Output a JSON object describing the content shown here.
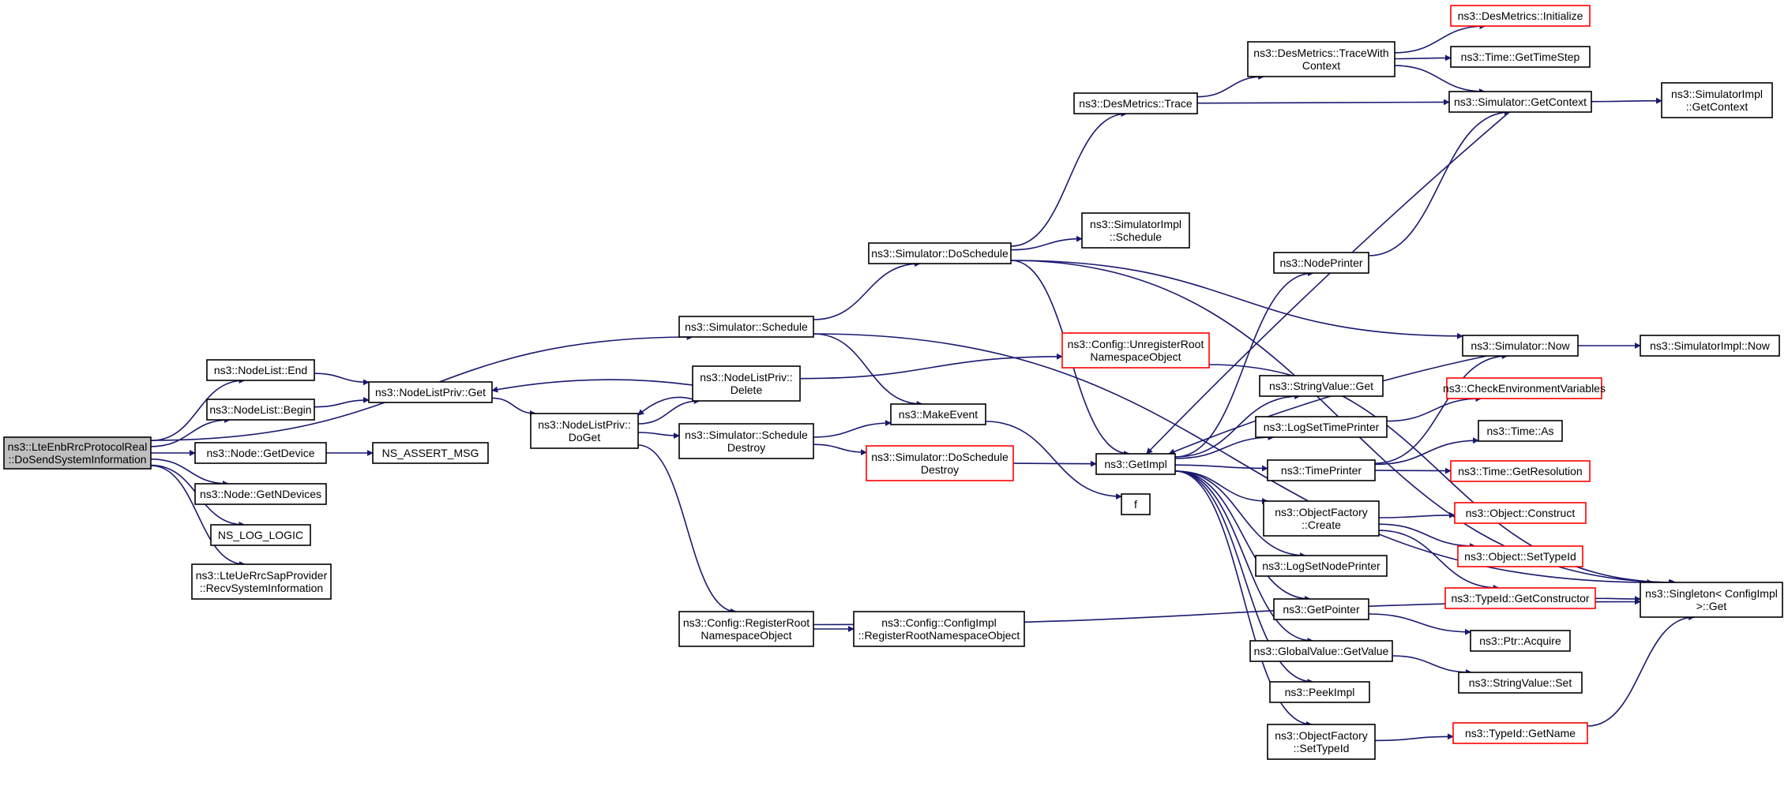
{
  "colors": {
    "edge": "#191970",
    "border_normal": "#000000",
    "border_truncated": "#ff0000",
    "fill_root": "#bfbfbf",
    "fill_normal": "#ffffff"
  },
  "nodes": [
    {
      "id": "root",
      "lines": [
        "ns3::LteEnbRrcProtocolReal",
        "::DoSendSystemInformation"
      ],
      "style": "root"
    },
    {
      "id": "nl_end",
      "lines": [
        "ns3::NodeList::End"
      ],
      "style": "normal"
    },
    {
      "id": "nl_begin",
      "lines": [
        "ns3::NodeList::Begin"
      ],
      "style": "normal"
    },
    {
      "id": "node_getdevice",
      "lines": [
        "ns3::Node::GetDevice"
      ],
      "style": "normal"
    },
    {
      "id": "node_getndevices",
      "lines": [
        "ns3::Node::GetNDevices"
      ],
      "style": "normal"
    },
    {
      "id": "ns_log_logic",
      "lines": [
        "NS_LOG_LOGIC"
      ],
      "style": "normal"
    },
    {
      "id": "recvsysinfo",
      "lines": [
        "ns3::LteUeRrcSapProvider",
        "::RecvSystemInformation"
      ],
      "style": "normal"
    },
    {
      "id": "nlp_get",
      "lines": [
        "ns3::NodeListPriv::Get"
      ],
      "style": "normal"
    },
    {
      "id": "ns_assert_msg",
      "lines": [
        "NS_ASSERT_MSG"
      ],
      "style": "normal"
    },
    {
      "id": "nlp_doget",
      "lines": [
        "ns3::NodeListPriv::",
        "DoGet"
      ],
      "style": "normal"
    },
    {
      "id": "sim_schedule",
      "lines": [
        "ns3::Simulator::Schedule"
      ],
      "style": "normal"
    },
    {
      "id": "nlp_delete",
      "lines": [
        "ns3::NodeListPriv::",
        "Delete"
      ],
      "style": "normal"
    },
    {
      "id": "sim_schedule_destroy",
      "lines": [
        "ns3::Simulator::Schedule",
        "Destroy"
      ],
      "style": "normal"
    },
    {
      "id": "cfg_register",
      "lines": [
        "ns3::Config::RegisterRoot",
        "NamespaceObject"
      ],
      "style": "normal"
    },
    {
      "id": "cfgimpl_register",
      "lines": [
        "ns3::Config::ConfigImpl",
        "::RegisterRootNamespaceObject"
      ],
      "style": "normal"
    },
    {
      "id": "sim_doschedule",
      "lines": [
        "ns3::Simulator::DoSchedule"
      ],
      "style": "normal"
    },
    {
      "id": "make_event",
      "lines": [
        "ns3::MakeEvent"
      ],
      "style": "normal"
    },
    {
      "id": "sim_doschedule_destroy",
      "lines": [
        "ns3::Simulator::DoSchedule",
        "Destroy"
      ],
      "style": "truncated"
    },
    {
      "id": "cfg_unregister",
      "lines": [
        "ns3::Config::UnregisterRoot",
        "NamespaceObject"
      ],
      "style": "truncated"
    },
    {
      "id": "desmetrics_trace",
      "lines": [
        "ns3::DesMetrics::Trace"
      ],
      "style": "normal"
    },
    {
      "id": "simimpl_schedule",
      "lines": [
        "ns3::SimulatorImpl",
        "::Schedule"
      ],
      "style": "normal"
    },
    {
      "id": "getimpl",
      "lines": [
        "ns3::GetImpl"
      ],
      "style": "normal"
    },
    {
      "id": "f",
      "lines": [
        "f"
      ],
      "style": "normal"
    },
    {
      "id": "desmetrics_tracewc",
      "lines": [
        "ns3::DesMetrics::TraceWith",
        "Context"
      ],
      "style": "normal"
    },
    {
      "id": "nodeprinter",
      "lines": [
        "ns3::NodePrinter"
      ],
      "style": "normal"
    },
    {
      "id": "stringvalue_get",
      "lines": [
        "ns3::StringValue::Get"
      ],
      "style": "normal"
    },
    {
      "id": "logsettimeprinter",
      "lines": [
        "ns3::LogSetTimePrinter"
      ],
      "style": "normal"
    },
    {
      "id": "timeprinter",
      "lines": [
        "ns3::TimePrinter"
      ],
      "style": "normal"
    },
    {
      "id": "objfactory_create",
      "lines": [
        "ns3::ObjectFactory",
        "::Create"
      ],
      "style": "normal"
    },
    {
      "id": "logsetnodeprinter",
      "lines": [
        "ns3::LogSetNodePrinter"
      ],
      "style": "normal"
    },
    {
      "id": "getpointer",
      "lines": [
        "ns3::GetPointer"
      ],
      "style": "normal"
    },
    {
      "id": "globalvalue_getvalue",
      "lines": [
        "ns3::GlobalValue::GetValue"
      ],
      "style": "normal"
    },
    {
      "id": "peekimpl",
      "lines": [
        "ns3::PeekImpl"
      ],
      "style": "normal"
    },
    {
      "id": "objfactory_settypeid",
      "lines": [
        "ns3::ObjectFactory",
        "::SetTypeId"
      ],
      "style": "normal"
    },
    {
      "id": "desmetrics_init",
      "lines": [
        "ns3::DesMetrics::Initialize"
      ],
      "style": "truncated"
    },
    {
      "id": "time_gettimestep",
      "lines": [
        "ns3::Time::GetTimeStep"
      ],
      "style": "normal"
    },
    {
      "id": "sim_getcontext",
      "lines": [
        "ns3::Simulator::GetContext"
      ],
      "style": "normal"
    },
    {
      "id": "sim_now",
      "lines": [
        "ns3::Simulator::Now"
      ],
      "style": "normal"
    },
    {
      "id": "check_env",
      "lines": [
        "ns3::CheckEnvironmentVariables"
      ],
      "style": "truncated"
    },
    {
      "id": "time_as",
      "lines": [
        "ns3::Time::As"
      ],
      "style": "normal"
    },
    {
      "id": "time_getresolution",
      "lines": [
        "ns3::Time::GetResolution"
      ],
      "style": "truncated"
    },
    {
      "id": "object_construct",
      "lines": [
        "ns3::Object::Construct"
      ],
      "style": "truncated"
    },
    {
      "id": "object_settypeid",
      "lines": [
        "ns3::Object::SetTypeId"
      ],
      "style": "truncated"
    },
    {
      "id": "typeid_getconstructor",
      "lines": [
        "ns3::TypeId::GetConstructor"
      ],
      "style": "truncated"
    },
    {
      "id": "ptr_acquire",
      "lines": [
        "ns3::Ptr::Acquire"
      ],
      "style": "normal"
    },
    {
      "id": "stringvalue_set",
      "lines": [
        "ns3::StringValue::Set"
      ],
      "style": "normal"
    },
    {
      "id": "typeid_getname",
      "lines": [
        "ns3::TypeId::GetName"
      ],
      "style": "truncated"
    },
    {
      "id": "simimpl_getcontext",
      "lines": [
        "ns3::SimulatorImpl",
        "::GetContext"
      ],
      "style": "normal"
    },
    {
      "id": "simimpl_now",
      "lines": [
        "ns3::SimulatorImpl::Now"
      ],
      "style": "normal"
    },
    {
      "id": "singleton_get",
      "lines": [
        "ns3::Singleton< ConfigImpl",
        " >::Get"
      ],
      "style": "normal"
    }
  ],
  "edges": [
    {
      "from": "root",
      "to": "nl_end"
    },
    {
      "from": "root",
      "to": "nl_begin"
    },
    {
      "from": "root",
      "to": "node_getdevice"
    },
    {
      "from": "root",
      "to": "node_getndevices"
    },
    {
      "from": "root",
      "to": "ns_log_logic"
    },
    {
      "from": "root",
      "to": "recvsysinfo"
    },
    {
      "from": "root",
      "to": "sim_schedule"
    },
    {
      "from": "nl_end",
      "to": "nlp_get"
    },
    {
      "from": "nl_begin",
      "to": "nlp_get"
    },
    {
      "from": "node_getdevice",
      "to": "ns_assert_msg"
    },
    {
      "from": "nlp_get",
      "to": "nlp_doget"
    },
    {
      "from": "nlp_doget",
      "to": "nlp_delete"
    },
    {
      "from": "nlp_doget",
      "to": "sim_schedule_destroy"
    },
    {
      "from": "nlp_doget",
      "to": "cfg_register"
    },
    {
      "from": "nlp_delete",
      "to": "nlp_get"
    },
    {
      "from": "nlp_delete",
      "to": "nlp_doget"
    },
    {
      "from": "nlp_delete",
      "to": "cfg_unregister"
    },
    {
      "from": "sim_schedule",
      "to": "sim_doschedule"
    },
    {
      "from": "sim_schedule",
      "to": "make_event"
    },
    {
      "from": "sim_schedule",
      "to": "singleton_get"
    },
    {
      "from": "sim_schedule_destroy",
      "to": "make_event"
    },
    {
      "from": "sim_schedule_destroy",
      "to": "sim_doschedule_destroy"
    },
    {
      "from": "cfg_register",
      "to": "cfgimpl_register"
    },
    {
      "from": "cfg_register",
      "to": "singleton_get"
    },
    {
      "from": "sim_doschedule",
      "to": "desmetrics_trace"
    },
    {
      "from": "sim_doschedule",
      "to": "simimpl_schedule"
    },
    {
      "from": "sim_doschedule",
      "to": "getimpl"
    },
    {
      "from": "sim_doschedule",
      "to": "sim_now"
    },
    {
      "from": "sim_doschedule",
      "to": "singleton_get"
    },
    {
      "from": "make_event",
      "to": "f"
    },
    {
      "from": "sim_doschedule_destroy",
      "to": "getimpl"
    },
    {
      "from": "cfg_unregister",
      "to": "singleton_get"
    },
    {
      "from": "desmetrics_trace",
      "to": "desmetrics_tracewc"
    },
    {
      "from": "desmetrics_trace",
      "to": "sim_getcontext"
    },
    {
      "from": "desmetrics_tracewc",
      "to": "desmetrics_init"
    },
    {
      "from": "desmetrics_tracewc",
      "to": "time_gettimestep"
    },
    {
      "from": "desmetrics_tracewc",
      "to": "sim_getcontext"
    },
    {
      "from": "getimpl",
      "to": "nodeprinter"
    },
    {
      "from": "getimpl",
      "to": "stringvalue_get"
    },
    {
      "from": "getimpl",
      "to": "logsettimeprinter"
    },
    {
      "from": "getimpl",
      "to": "timeprinter"
    },
    {
      "from": "getimpl",
      "to": "objfactory_create"
    },
    {
      "from": "getimpl",
      "to": "logsetnodeprinter"
    },
    {
      "from": "getimpl",
      "to": "getpointer"
    },
    {
      "from": "getimpl",
      "to": "globalvalue_getvalue"
    },
    {
      "from": "getimpl",
      "to": "peekimpl"
    },
    {
      "from": "getimpl",
      "to": "objfactory_settypeid"
    },
    {
      "from": "sim_getcontext",
      "to": "getimpl"
    },
    {
      "from": "sim_getcontext",
      "to": "simimpl_getcontext"
    },
    {
      "from": "sim_now",
      "to": "getimpl"
    },
    {
      "from": "sim_now",
      "to": "simimpl_now"
    },
    {
      "from": "nodeprinter",
      "to": "sim_getcontext"
    },
    {
      "from": "logsettimeprinter",
      "to": "check_env"
    },
    {
      "from": "timeprinter",
      "to": "sim_now"
    },
    {
      "from": "timeprinter",
      "to": "time_as"
    },
    {
      "from": "timeprinter",
      "to": "time_getresolution"
    },
    {
      "from": "objfactory_create",
      "to": "object_construct"
    },
    {
      "from": "objfactory_create",
      "to": "object_settypeid"
    },
    {
      "from": "objfactory_create",
      "to": "typeid_getconstructor"
    },
    {
      "from": "getpointer",
      "to": "ptr_acquire"
    },
    {
      "from": "globalvalue_getvalue",
      "to": "stringvalue_set"
    },
    {
      "from": "objfactory_settypeid",
      "to": "typeid_getname"
    },
    {
      "from": "typeid_getconstructor",
      "to": "singleton_get"
    },
    {
      "from": "typeid_getname",
      "to": "singleton_get"
    }
  ]
}
